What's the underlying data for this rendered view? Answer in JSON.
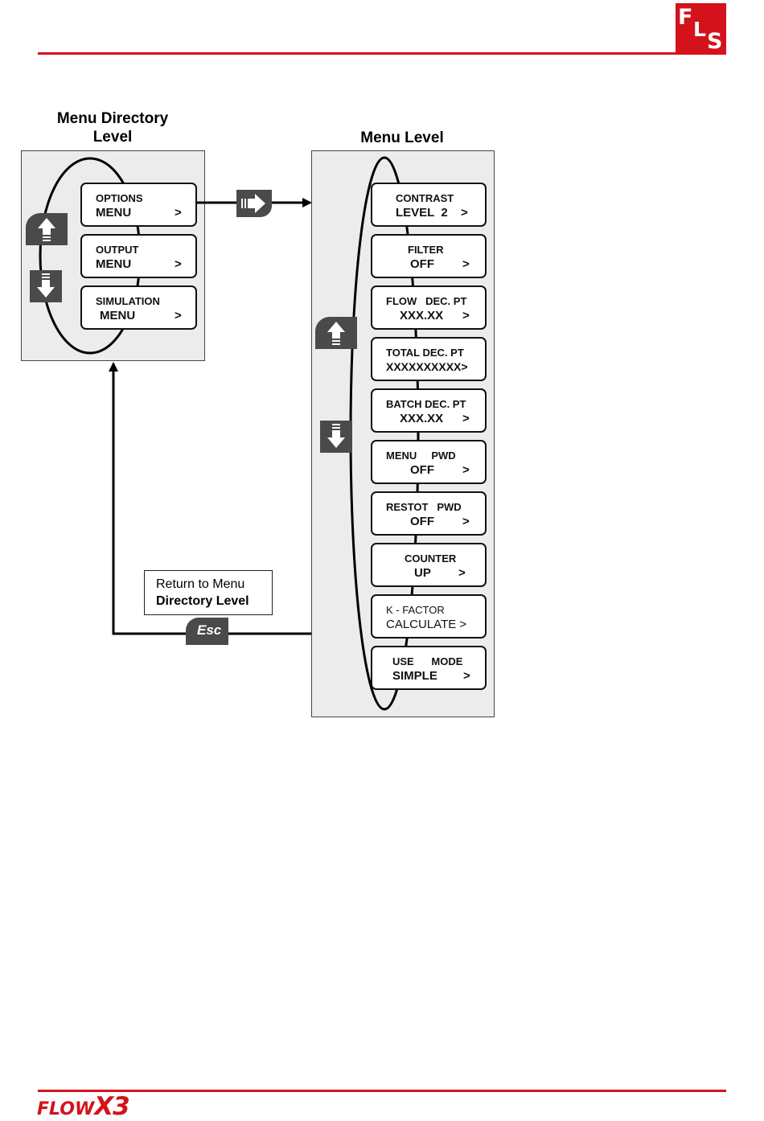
{
  "header": {
    "logo_fls": [
      "F",
      "L",
      "S"
    ]
  },
  "footer": {
    "logo_flow": "FLOW",
    "logo_x3": "X3"
  },
  "colors": {
    "brand_red": "#d4121b",
    "panel_bg": "#ececec",
    "key_dark": "#4a4a4a"
  },
  "directory": {
    "title_line1": "Menu Directory",
    "title_line2": "Level",
    "items": [
      {
        "line1": "OPTIONS",
        "line2": "MENU",
        "arrow": ">"
      },
      {
        "line1": "OUTPUT",
        "line2": "MENU",
        "arrow": ">"
      },
      {
        "line1": "SIMULATION",
        "line2": "MENU",
        "arrow": ">"
      }
    ],
    "keys": [
      "up-arrow-key-icon",
      "down-arrow-key-icon"
    ]
  },
  "menu_level": {
    "title": "Menu Level",
    "items": [
      {
        "line1": "CONTRAST",
        "line2": "LEVEL  2",
        "arrow": ">"
      },
      {
        "line1": "FILTER",
        "line2": "OFF",
        "arrow": ">"
      },
      {
        "line1": "FLOW   DEC. PT",
        "line2": "XXX.XX",
        "arrow": ">"
      },
      {
        "line1": "TOTAL DEC. PT",
        "line2": "XXXXXXXXXX>",
        "arrow": ""
      },
      {
        "line1": "BATCH DEC. PT",
        "line2": "XXX.XX",
        "arrow": ">"
      },
      {
        "line1": "MENU     PWD",
        "line2": "OFF",
        "arrow": ">"
      },
      {
        "line1": "RESTOT   PWD",
        "line2": "OFF",
        "arrow": ">"
      },
      {
        "line1": "COUNTER",
        "line2": "UP",
        "arrow": ">"
      },
      {
        "line1": "K - FACTOR",
        "line2": "CALCULATE >",
        "arrow": ""
      },
      {
        "line1": "USE      MODE",
        "line2": "SIMPLE",
        "arrow": ">"
      }
    ],
    "keys": [
      "up-arrow-key-icon",
      "down-arrow-key-icon"
    ]
  },
  "enter_key": "enter-key-icon",
  "return": {
    "line1": "Return to Menu",
    "line2": "Directory Level",
    "esc_label": "Esc"
  }
}
